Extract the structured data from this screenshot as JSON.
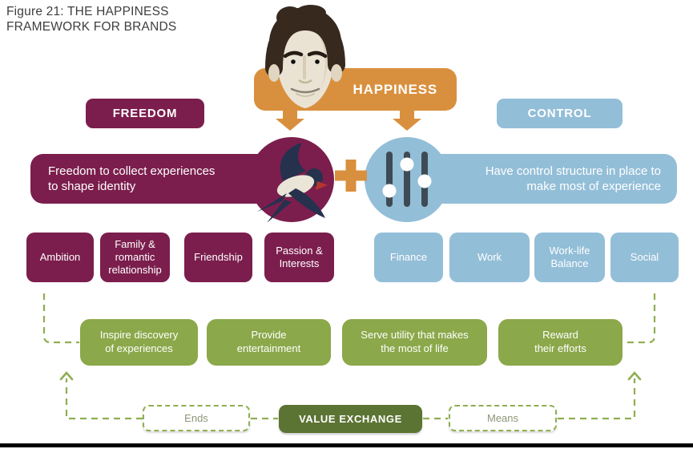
{
  "title": {
    "line1": "Figure 21: THE HAPPINESS",
    "line2": "FRAMEWORK FOR BRANDS"
  },
  "happiness_label": "HAPPINESS",
  "plus_sign": "+",
  "freedom": {
    "badge": "FREEDOM",
    "desc_line1": "Freedom to collect experiences",
    "desc_line2": "to shape identity",
    "factors": [
      "Ambition",
      "Family & romantic relationship",
      "Friendship",
      "Passion & Interests"
    ]
  },
  "control": {
    "badge": "CONTROL",
    "desc_line1": "Have control structure in place to",
    "desc_line2": "make most of experience",
    "factors": [
      "Finance",
      "Work",
      "Work-life Balance",
      "Social"
    ]
  },
  "brand_actions": [
    {
      "line1": "Inspire discovery",
      "line2": "of experiences"
    },
    {
      "line1": "Provide",
      "line2": "entertainment"
    },
    {
      "line1": "Serve utility that makes",
      "line2": "the most of life"
    },
    {
      "line1": "Reward",
      "line2": "their efforts"
    }
  ],
  "value_exchange": {
    "ends": "Ends",
    "label": "VALUE EXCHANGE",
    "means": "Means"
  },
  "icons": {
    "face": "man-face-illustration",
    "swallow": "swallow-bird",
    "sliders": "control-sliders"
  },
  "colors": {
    "orange": "#D9903E",
    "maroon": "#7B1E4D",
    "light_blue": "#93BED8",
    "green": "#8BA84A",
    "dark_green": "#5C7433",
    "dash_green": "#8FAE52",
    "slider_bar": "#3E4B55",
    "title_text": "#3E3E3E"
  }
}
